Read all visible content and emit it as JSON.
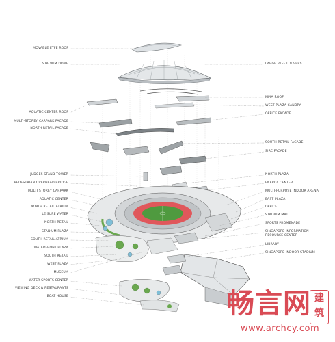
{
  "left_labels": [
    "MOVABLE ETFE ROOF",
    "STADIUM DOME",
    "AQUATIC CENTER ROOF",
    "MULTI-STOREY CARPARK FACADE",
    "NORTH RETAIL FACADE",
    "JUDGES  STAND TOWER",
    "PEDESTRIAN OVERHEAD BRIDGE",
    "MULTI STOREY CARPARK",
    "AQUATIC CENTER",
    "NORTH RETAIL ATRIUM",
    "LEISURE WATER",
    "NORTH RETAIL",
    "STADIUM PLAZA",
    "SOUTH RETAIL ATRIUM",
    "WATERFRONT PLAZA",
    "SOUTH RETAIL",
    "WEST PLAZA",
    "MUSEUM",
    "WATER SPORTS CENTER",
    "VIEWING DECK & RESTAURANTS",
    "BOAT HOUSE"
  ],
  "right_labels": [
    "LARGE PTFE LOUVERS",
    "MPIA ROOF",
    "WEST PLAZA CANOPY",
    "OFFICE FACADE",
    "SOUTH RETAIL FACADE",
    "SIRC FACADE",
    "NORTH PLAZA",
    "ENERGY CENTER",
    "MULTI-PURPOSE INDOOR ARENA",
    "EAST PLAZA",
    "OFFICE",
    "STADIUM MRT",
    "SPORTS PROMENADE",
    "SINGAPORE INFORMATION RESOURCE CENTER",
    "LIBRARY",
    "SINGAPORE INDOOR STADIUM"
  ],
  "watermark": {
    "chinese": "畅言网",
    "seal": "建筑",
    "url": "www.archcy.com"
  },
  "colors": {
    "label_text": "#3a3a3a",
    "leader_line": "#9a9a9a",
    "track": "#e0575b",
    "pitch": "#4f9a3f",
    "water": "#7fbfd8",
    "greenery": "#6aa84f",
    "roof": "#d8dcdf",
    "watermark": "#d94b55"
  }
}
